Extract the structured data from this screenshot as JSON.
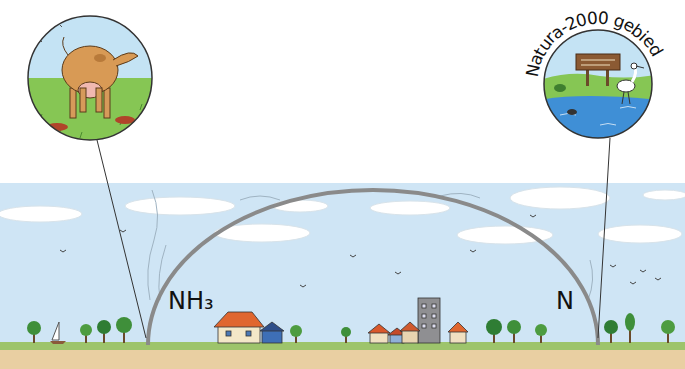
{
  "diagram": {
    "labels": [
      "NH₃",
      "N",
      "Natura-2000 gebied"
    ]
  }
}
